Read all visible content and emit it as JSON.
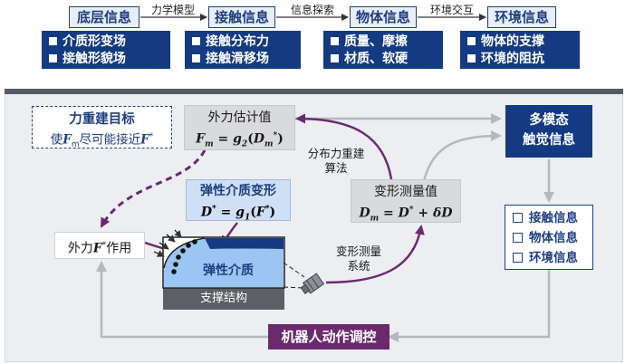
{
  "top_row": {
    "blocks": [
      {
        "title": "底层信息",
        "items": [
          "介质形变场",
          "接触形貌场"
        ]
      },
      {
        "title": "接触信息",
        "items": [
          "接触分布力",
          "接触滑移场"
        ]
      },
      {
        "title": "物体信息",
        "items": [
          "质量、摩擦",
          "材质、软硬"
        ]
      },
      {
        "title": "环境信息",
        "items": [
          "物体的支撑",
          "环境的阻抗"
        ]
      }
    ],
    "connectors": [
      "力学模型",
      "信息探索",
      "环境交互"
    ]
  },
  "goal": {
    "title": "力重建目标",
    "line_pre": "使",
    "line_f": "F",
    "line_sub": "m",
    "line_mid": "尽可能接近",
    "line_fstar": "F",
    "line_star": "*"
  },
  "force_estimate": {
    "title": "外力估计值",
    "formula_lhs": "F",
    "formula_lhs_sub": "m",
    "formula_eq": " = ",
    "formula_g": "g",
    "formula_g_sub": "2",
    "formula_open": "(",
    "formula_d": "D",
    "formula_d_sub": "m",
    "formula_d_sup": "*",
    "formula_close": ")"
  },
  "elastic_deform": {
    "title": "弹性介质变形",
    "formula_d": "D",
    "formula_d_sup": "*",
    "formula_eq": " = ",
    "formula_g": "g",
    "formula_g_sub": "1",
    "formula_open": "(",
    "formula_f": "F",
    "formula_f_sup": "*",
    "formula_close": ")"
  },
  "deform_measure": {
    "title": "变形测量值",
    "formula_d": "D",
    "formula_d_sub": "m",
    "formula_rest": " = D",
    "formula_sup": "*",
    "formula_tail": " + δD"
  },
  "external_force": {
    "pre": "外力",
    "f": "F",
    "sup": "*",
    "post": "作用"
  },
  "labels": {
    "distributed_force_1": "分布力重建",
    "distributed_force_2": "算法",
    "measure_system_1": "变形测量",
    "measure_system_2": "系统",
    "elastic_medium": "弹性介质",
    "support_structure": "支撑结构"
  },
  "multimodal": {
    "line1": "多模态",
    "line2": "触觉信息"
  },
  "info_list": [
    "接触信息",
    "物体信息",
    "环境信息"
  ],
  "robot_control": "机器人动作调控",
  "colors": {
    "navy": "#143a82",
    "purple": "#6b2a6e",
    "gray_arrow": "#b5b8bd",
    "light_blue": "#cfe0f6",
    "panel": "#eceef2"
  }
}
